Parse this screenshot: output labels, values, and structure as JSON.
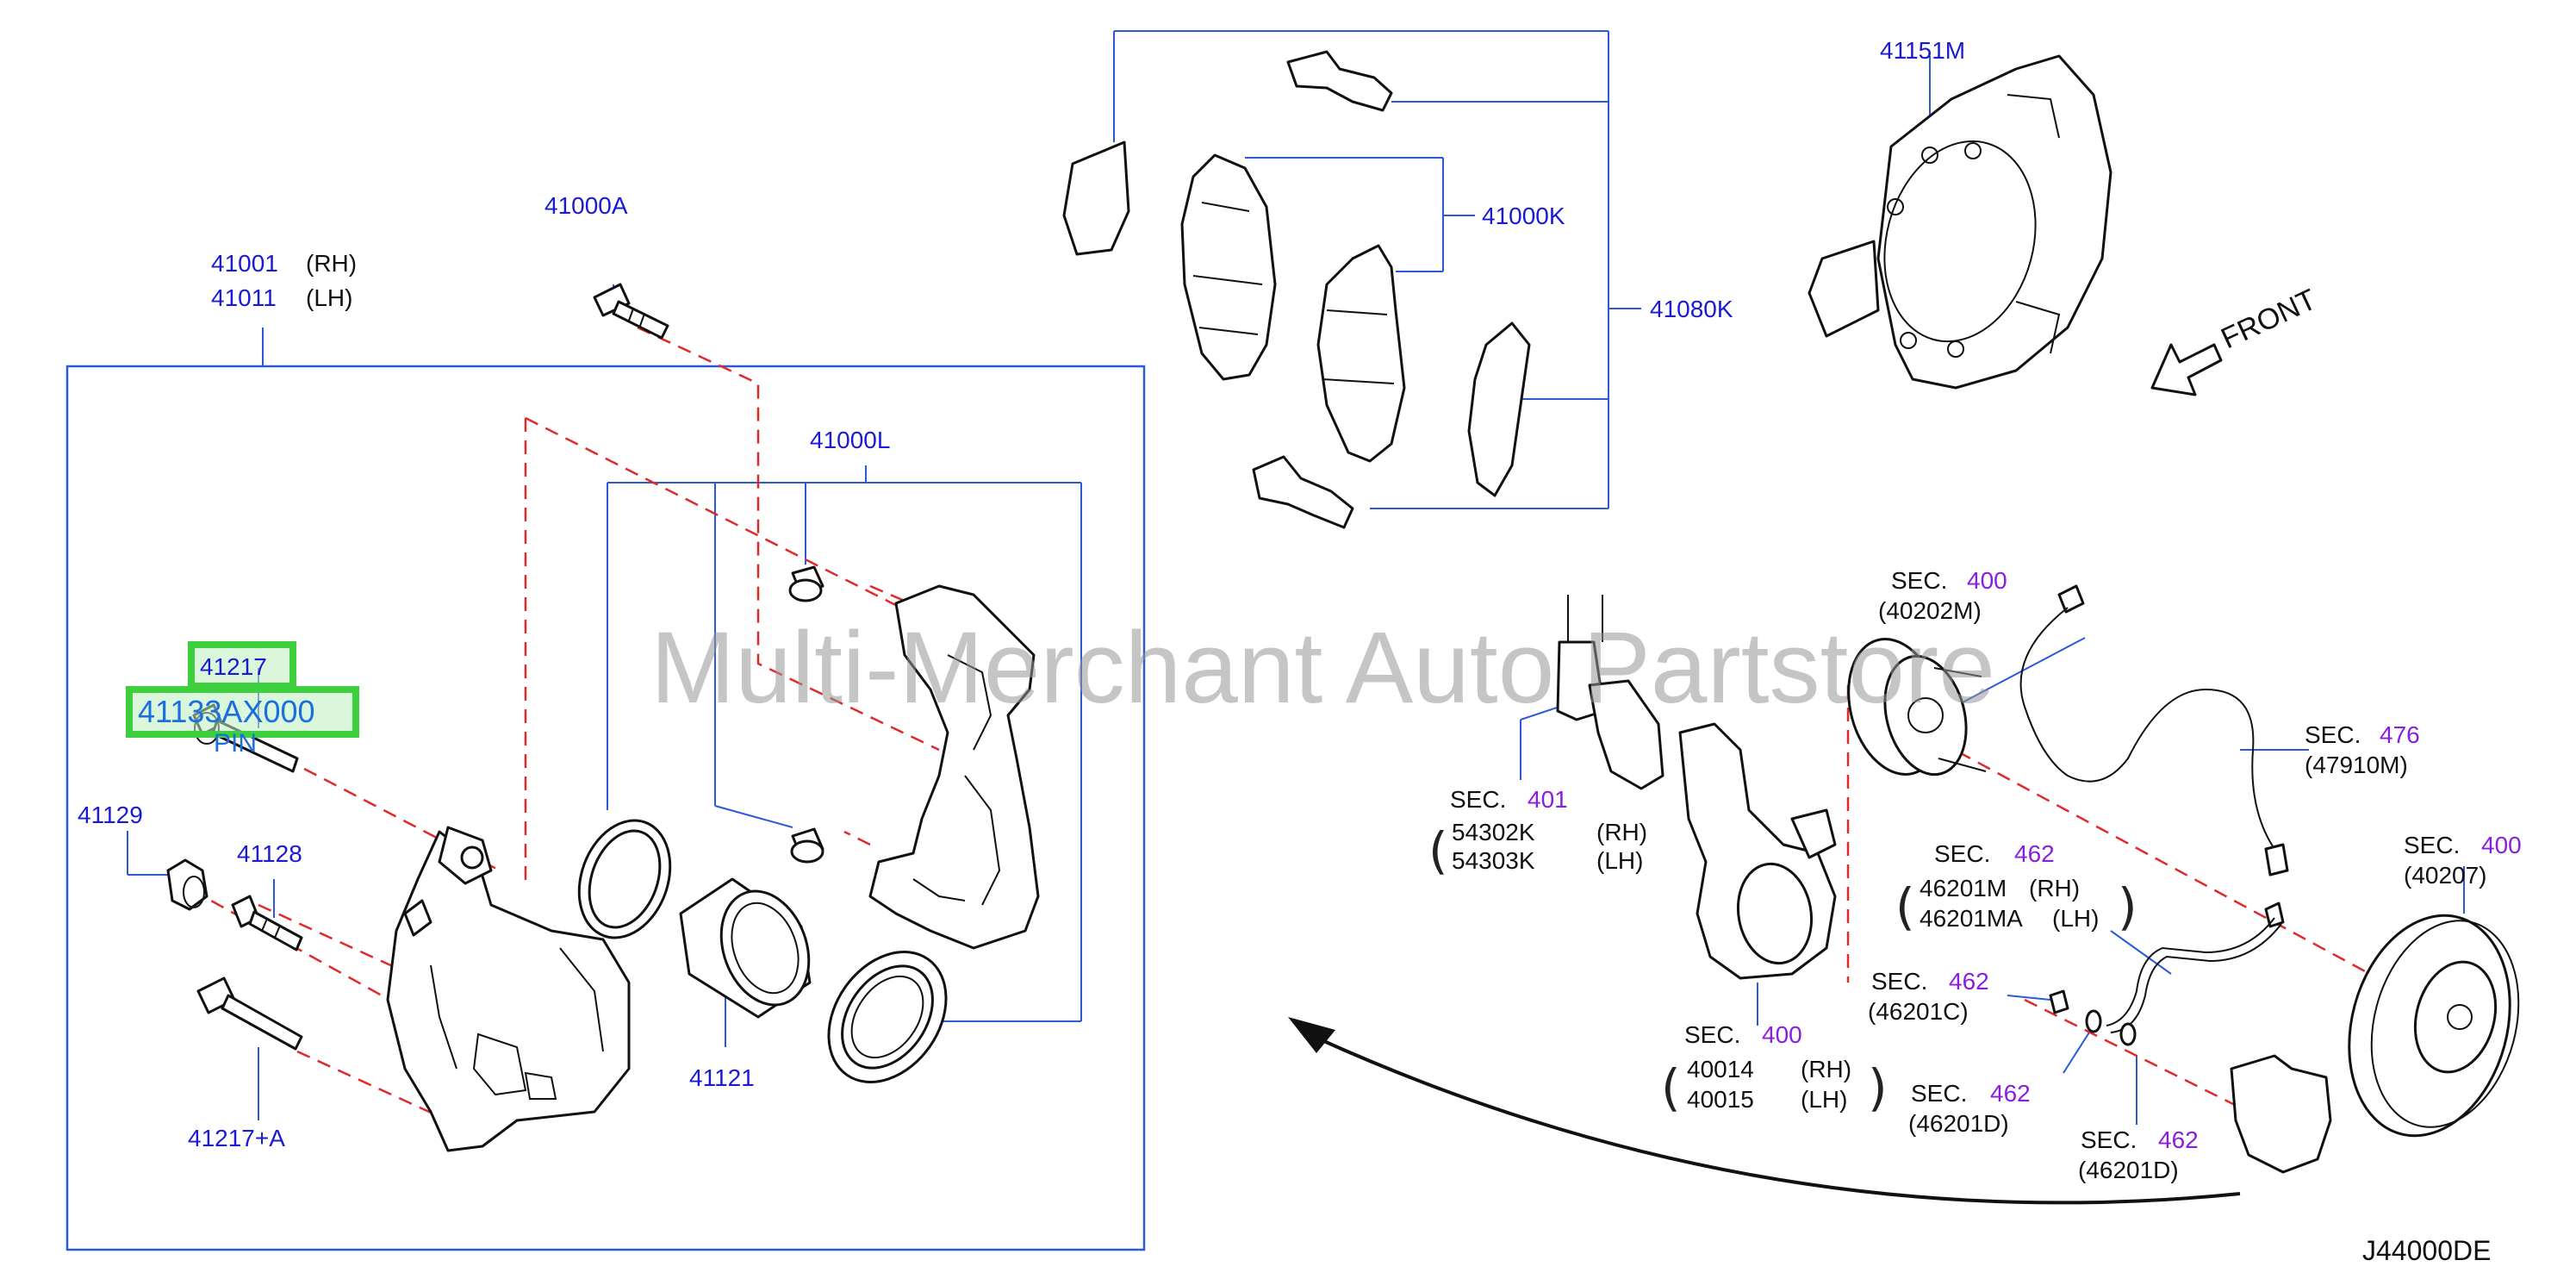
{
  "watermark": "Multi-Merchant Auto Partstore",
  "diagram_code": "J44000DE",
  "front_label": "FRONT",
  "labels": {
    "l41001": "41001",
    "l41001_side": "(RH)",
    "l41011": "41011",
    "l41011_side": "(LH)",
    "l41000A": "41000A",
    "l41000L": "41000L",
    "l41217": "41217",
    "l41133": "41133AX000",
    "pin": "PIN",
    "l41129": "41129",
    "l41128": "41128",
    "l41217A": "41217+A",
    "l41121": "41121",
    "l41000K": "41000K",
    "l41080K": "41080K",
    "l41151M": "41151M"
  },
  "sections": {
    "s400_hub": {
      "prefix": "SEC.",
      "num": "400",
      "part": "(40202M)"
    },
    "s401": {
      "prefix": "SEC.",
      "num": "401",
      "p1": "54302K",
      "p1_side": "(RH)",
      "p2": "54303K",
      "p2_side": "(LH)"
    },
    "s476": {
      "prefix": "SEC.",
      "num": "476",
      "part": "(47910M)"
    },
    "s462_hose": {
      "prefix": "SEC.",
      "num": "462",
      "p1": "46201M",
      "p1_side": "(RH)",
      "p2": "46201MA",
      "p2_side": "(LH)"
    },
    "s400_rotor": {
      "prefix": "SEC.",
      "num": "400",
      "part": "(40207)"
    },
    "s462_c": {
      "prefix": "SEC.",
      "num": "462",
      "part": "(46201C)"
    },
    "s400_knuckle": {
      "prefix": "SEC.",
      "num": "400",
      "p1": "40014",
      "p1_side": "(RH)",
      "p2": "40015",
      "p2_side": "(LH)"
    },
    "s462_d1": {
      "prefix": "SEC.",
      "num": "462",
      "part": "(46201D)"
    },
    "s462_d2": {
      "prefix": "SEC.",
      "num": "462",
      "part": "(46201D)"
    }
  },
  "colors": {
    "part_number": "#1a1ad6",
    "section_number": "#8a1ee0",
    "leader_line": "#2a5ad8",
    "dashed_line": "#e02a2a",
    "highlight": "#3ecf3e"
  }
}
